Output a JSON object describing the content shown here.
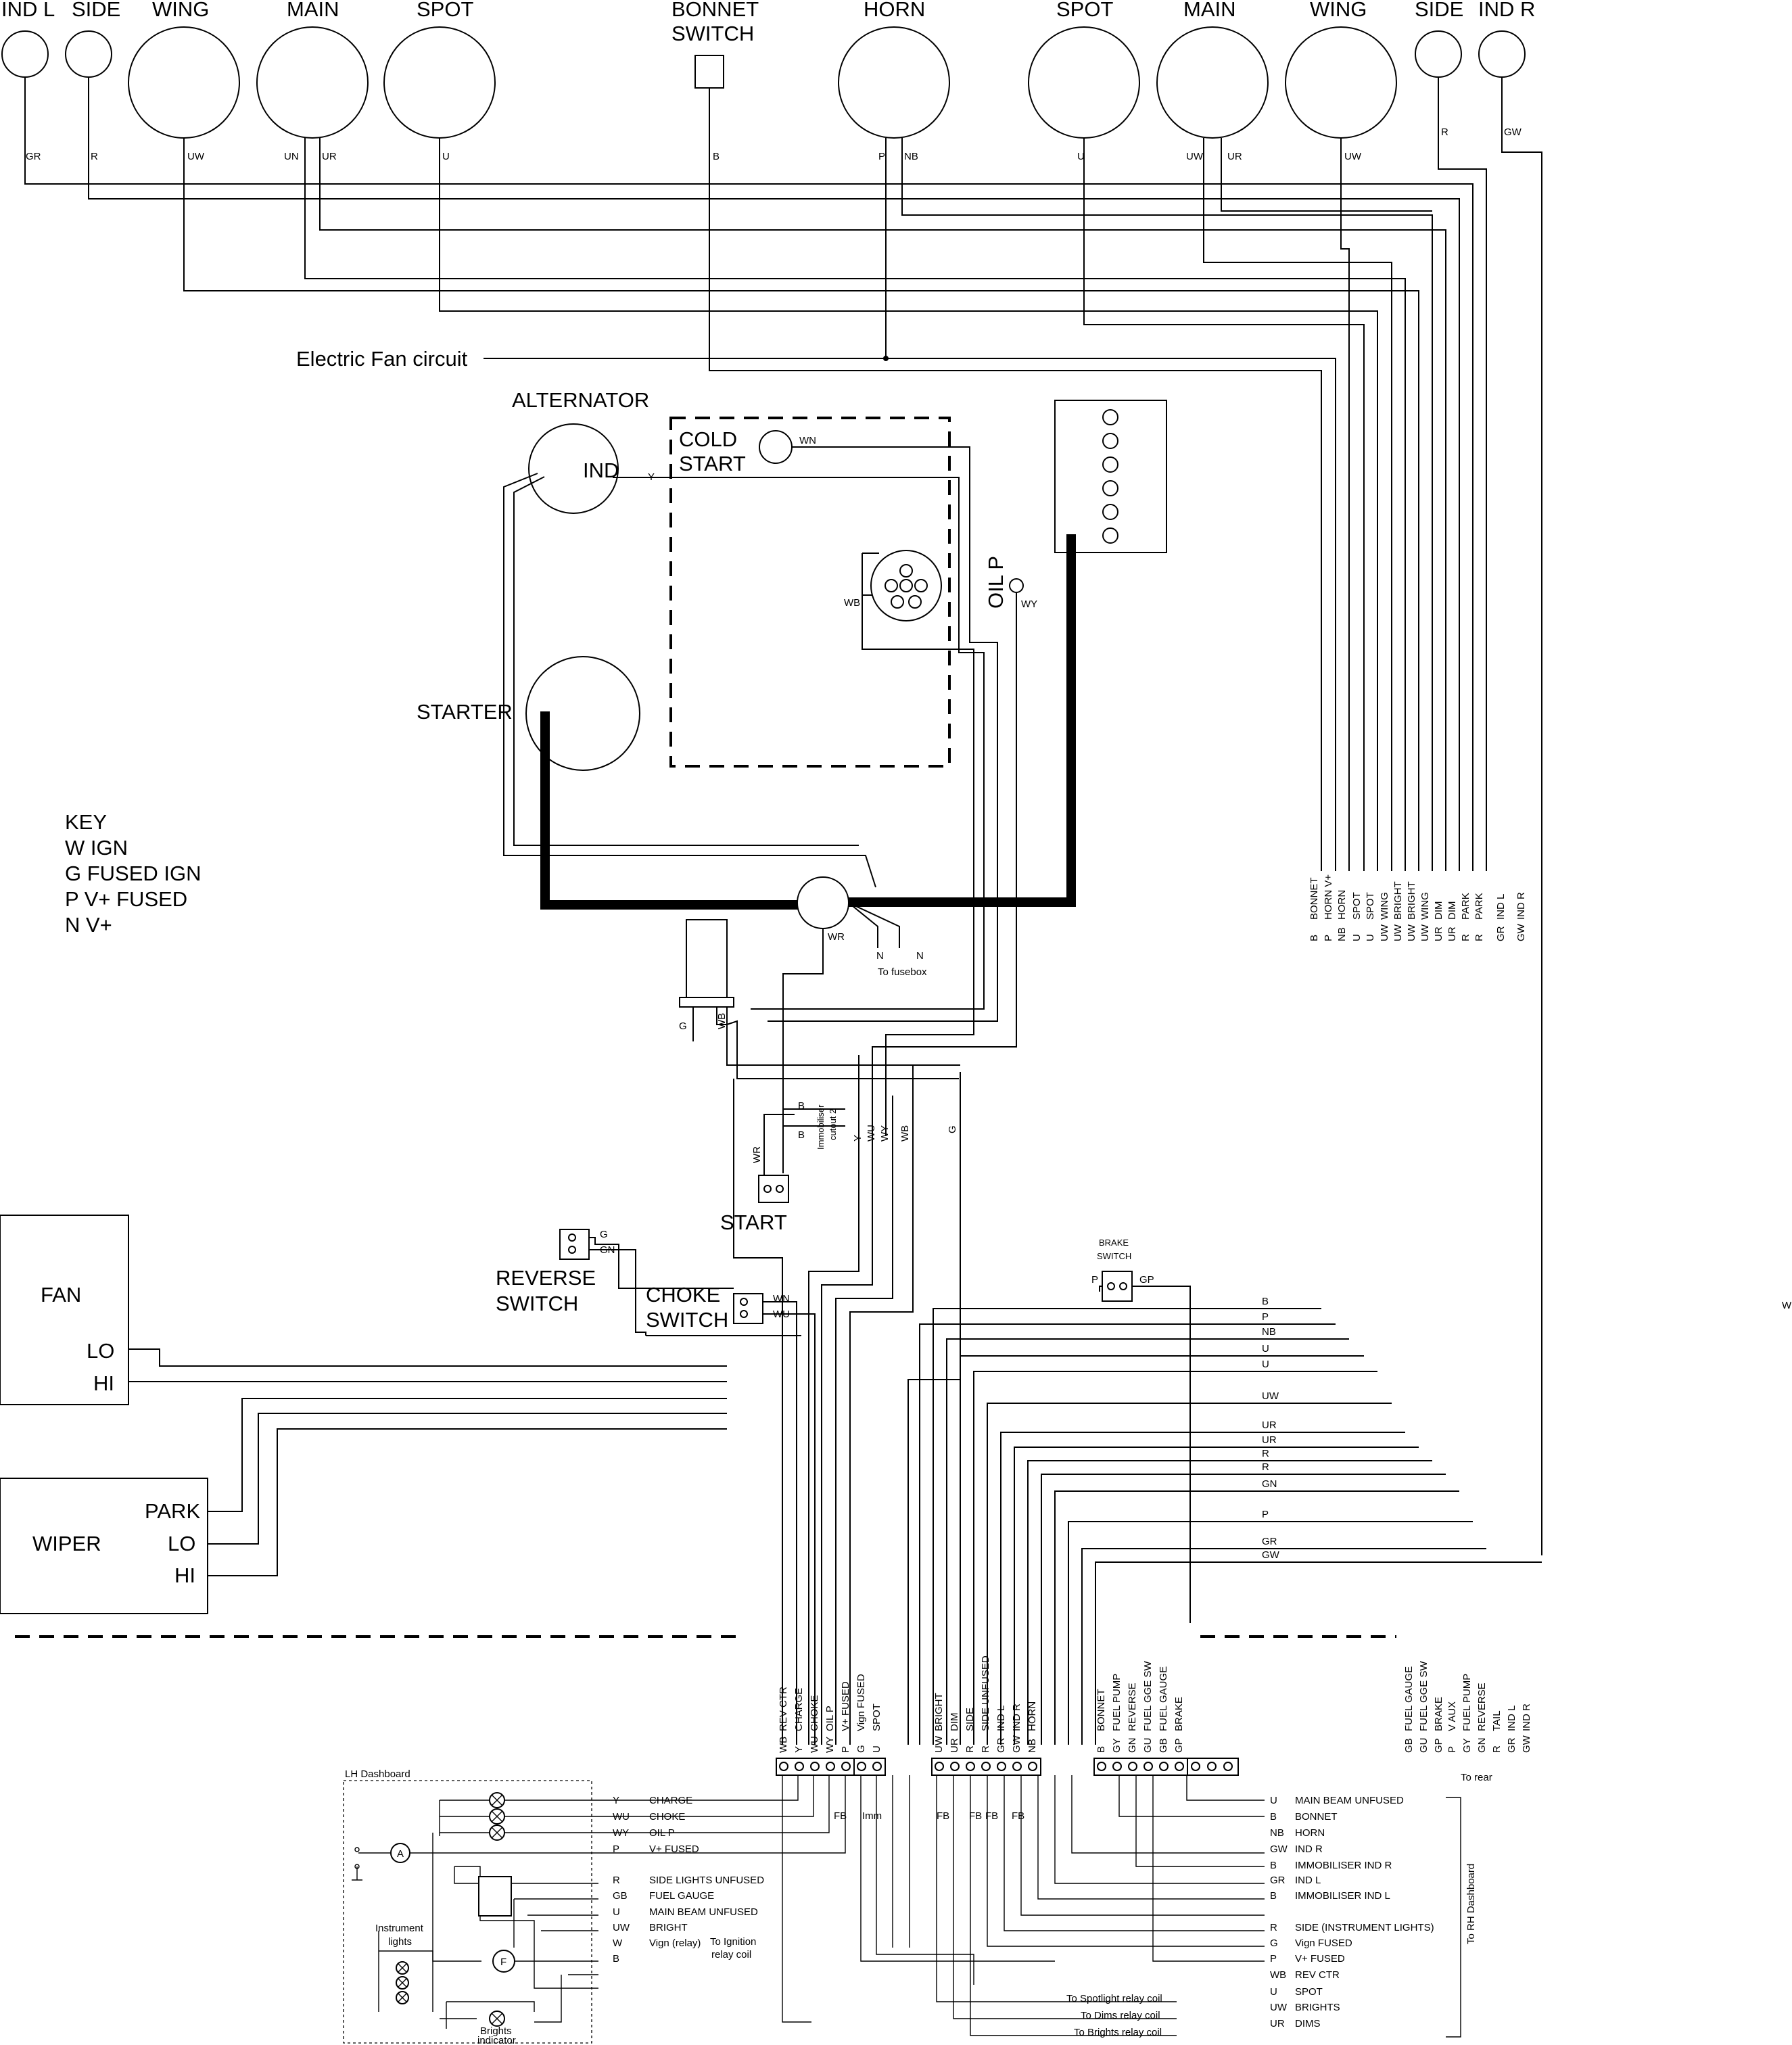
{
  "lamps": {
    "ind_l": "IND L",
    "side_l": "SIDE",
    "wing_l": "WING",
    "main_l": "MAIN",
    "spot_l": "SPOT",
    "bonnet_switch_1": "BONNET",
    "bonnet_switch_2": "SWITCH",
    "horn": "HORN",
    "spot_r": "SPOT",
    "main_r": "MAIN",
    "wing_r": "WING",
    "side_r": "SIDE",
    "ind_r": "IND R"
  },
  "lamp_wires": {
    "ind_l": "GR",
    "side_l": "R",
    "wing_l": "UW",
    "main_l_a": "UN",
    "main_l_b": "UR",
    "spot_l": "U",
    "bonnet": "B",
    "horn_a": "P",
    "horn_b": "NB",
    "spot_r": "U",
    "main_r_a": "UW",
    "main_r_b": "UR",
    "wing_r": "UW",
    "side_r": "R",
    "ind_r": "GW"
  },
  "engine": {
    "fan_circuit": "Electric Fan circuit",
    "alternator": "ALTERNATOR",
    "ind": "IND",
    "alt_wire": "Y",
    "cold_1": "COLD",
    "cold_2": "START",
    "cold_wire": "WN",
    "dist_wire": "WB",
    "oil_p": "OIL P",
    "oil_wire": "WY",
    "starter": "STARTER",
    "n1": "N",
    "n2": "N",
    "to_fusebox": "To fusebox",
    "sol_wire": "WR"
  },
  "key": [
    "KEY",
    "W IGN",
    "G FUSED IGN",
    "P V+ FUSED",
    "N V+"
  ],
  "ign": {
    "g": "G",
    "wb": "WB",
    "wr": "WR",
    "b1": "B",
    "b2": "B",
    "immob_1": "Immobiliser",
    "immob_2": "cutout 2",
    "y": "Y",
    "wu": "WU",
    "wy": "WY",
    "wb2": "WB",
    "g2": "G",
    "start": "START"
  },
  "fan": {
    "title": "FAN",
    "lo": "LO",
    "hi": "HI"
  },
  "wiper": {
    "title": "WIPER",
    "park": "PARK",
    "lo": "LO",
    "hi": "HI"
  },
  "reverse": {
    "l1": "REVERSE",
    "l2": "SWITCH",
    "w1": "G",
    "w2": "GN"
  },
  "choke": {
    "l1": "CHOKE",
    "l2": "SWITCH",
    "w1": "WN",
    "w2": "WU"
  },
  "brake": {
    "l1": "BRAKE",
    "l2": "SWITCH",
    "w1": "P",
    "w2": "GP"
  },
  "stray_w": "W",
  "harness_vertical": [
    [
      "B",
      "BONNET"
    ],
    [
      "P",
      "HORN V+"
    ],
    [
      "NB",
      "HORN"
    ],
    [
      "U",
      "SPOT"
    ],
    [
      "U",
      "SPOT"
    ],
    [
      "UW",
      "WING"
    ],
    [
      "UW",
      "BRIGHT"
    ],
    [
      "UW",
      "BRIGHT"
    ],
    [
      "UW",
      "WING"
    ],
    [
      "UR",
      "DIM"
    ],
    [
      "UR",
      "DIM"
    ],
    [
      "R",
      "PARK"
    ],
    [
      "R",
      "PARK"
    ],
    [
      "GR",
      "IND L"
    ],
    [
      "GW",
      "IND R"
    ]
  ],
  "harness_horizontal": [
    "B",
    "P",
    "NB",
    "U",
    "U",
    "UW",
    "UR",
    "UR",
    "R",
    "R",
    "GN",
    "P",
    "GR",
    "GW"
  ],
  "term_left": [
    [
      "WB",
      "REV CTR"
    ],
    [
      "Y",
      "CHARGE"
    ],
    [
      "WU",
      "CHOKE"
    ],
    [
      "WY",
      "OIL P"
    ],
    [
      "P",
      "V+ FUSED"
    ],
    [
      "G",
      "Vign FUSED"
    ],
    [
      "U",
      "SPOT"
    ]
  ],
  "term_mid": [
    [
      "UW",
      "BRIGHT"
    ],
    [
      "UR",
      "DIM"
    ],
    [
      "R",
      "SIDE"
    ],
    [
      "R",
      "SIDE UNFUSED"
    ],
    [
      "GR",
      "IND L"
    ],
    [
      "GW",
      "IND R"
    ],
    [
      "NB",
      "HORN"
    ]
  ],
  "term_right": [
    [
      "B",
      "BONNET"
    ],
    [
      "GY",
      "FUEL PUMP"
    ],
    [
      "GN",
      "REVERSE"
    ],
    [
      "GU",
      "FUEL GGE SW"
    ],
    [
      "GB",
      "FUEL GAUGE"
    ],
    [
      "GP",
      "BRAKE"
    ]
  ],
  "rear_list": [
    [
      "GB",
      "FUEL GAUGE"
    ],
    [
      "GU",
      "FUEL GGE SW"
    ],
    [
      "GP",
      "BRAKE"
    ],
    [
      "P",
      "V AUX"
    ],
    [
      "GY",
      "FUEL PUMP"
    ],
    [
      "GN",
      "REVERSE"
    ],
    [
      "R",
      "TAIL"
    ],
    [
      "GR",
      "IND L"
    ],
    [
      "GW",
      "IND R"
    ]
  ],
  "to_rear": "To rear",
  "fb_labels": [
    "FB",
    "Imm",
    "FB",
    "FB",
    "FB",
    "FB"
  ],
  "lh": {
    "title": "LH Dashboard",
    "instr_1": "Instrument",
    "instr_2": "lights",
    "brights_1": "Brights",
    "brights_2": "indicator",
    "a": "A",
    "f": "F"
  },
  "lh_list": [
    [
      "Y",
      "CHARGE"
    ],
    [
      "WU",
      "CHOKE"
    ],
    [
      "WY",
      "OIL P"
    ],
    [
      "P",
      "V+ FUSED"
    ],
    [
      "R",
      "SIDE LIGHTS UNFUSED"
    ],
    [
      "GB",
      "FUEL GAUGE"
    ],
    [
      "U",
      "MAIN BEAM UNFUSED"
    ],
    [
      "UW",
      "BRIGHT"
    ],
    [
      "W",
      "Vign (relay)"
    ],
    [
      "B",
      ""
    ]
  ],
  "to_ign_relay_1": "To Ignition",
  "to_ign_relay_2": "relay coil",
  "rh_list": [
    [
      "U",
      "MAIN BEAM UNFUSED"
    ],
    [
      "B",
      "BONNET"
    ],
    [
      "NB",
      "HORN"
    ],
    [
      "GW",
      "IND R"
    ],
    [
      "B",
      "IMMOBILISER IND R"
    ],
    [
      "GR",
      "IND L"
    ],
    [
      "B",
      "IMMOBILISER IND L"
    ],
    [
      "R",
      "SIDE (INSTRUMENT LIGHTS)"
    ],
    [
      "G",
      "Vign FUSED"
    ],
    [
      "P",
      "V+ FUSED"
    ],
    [
      "WB",
      "REV CTR"
    ],
    [
      "U",
      "SPOT"
    ],
    [
      "UW",
      "BRIGHTS"
    ],
    [
      "UR",
      "DIMS"
    ]
  ],
  "relay_notes": [
    "To Spotlight relay coil",
    "To Dims relay coil",
    "To Brights relay coil"
  ],
  "to_rh": "To RH Dashboard"
}
